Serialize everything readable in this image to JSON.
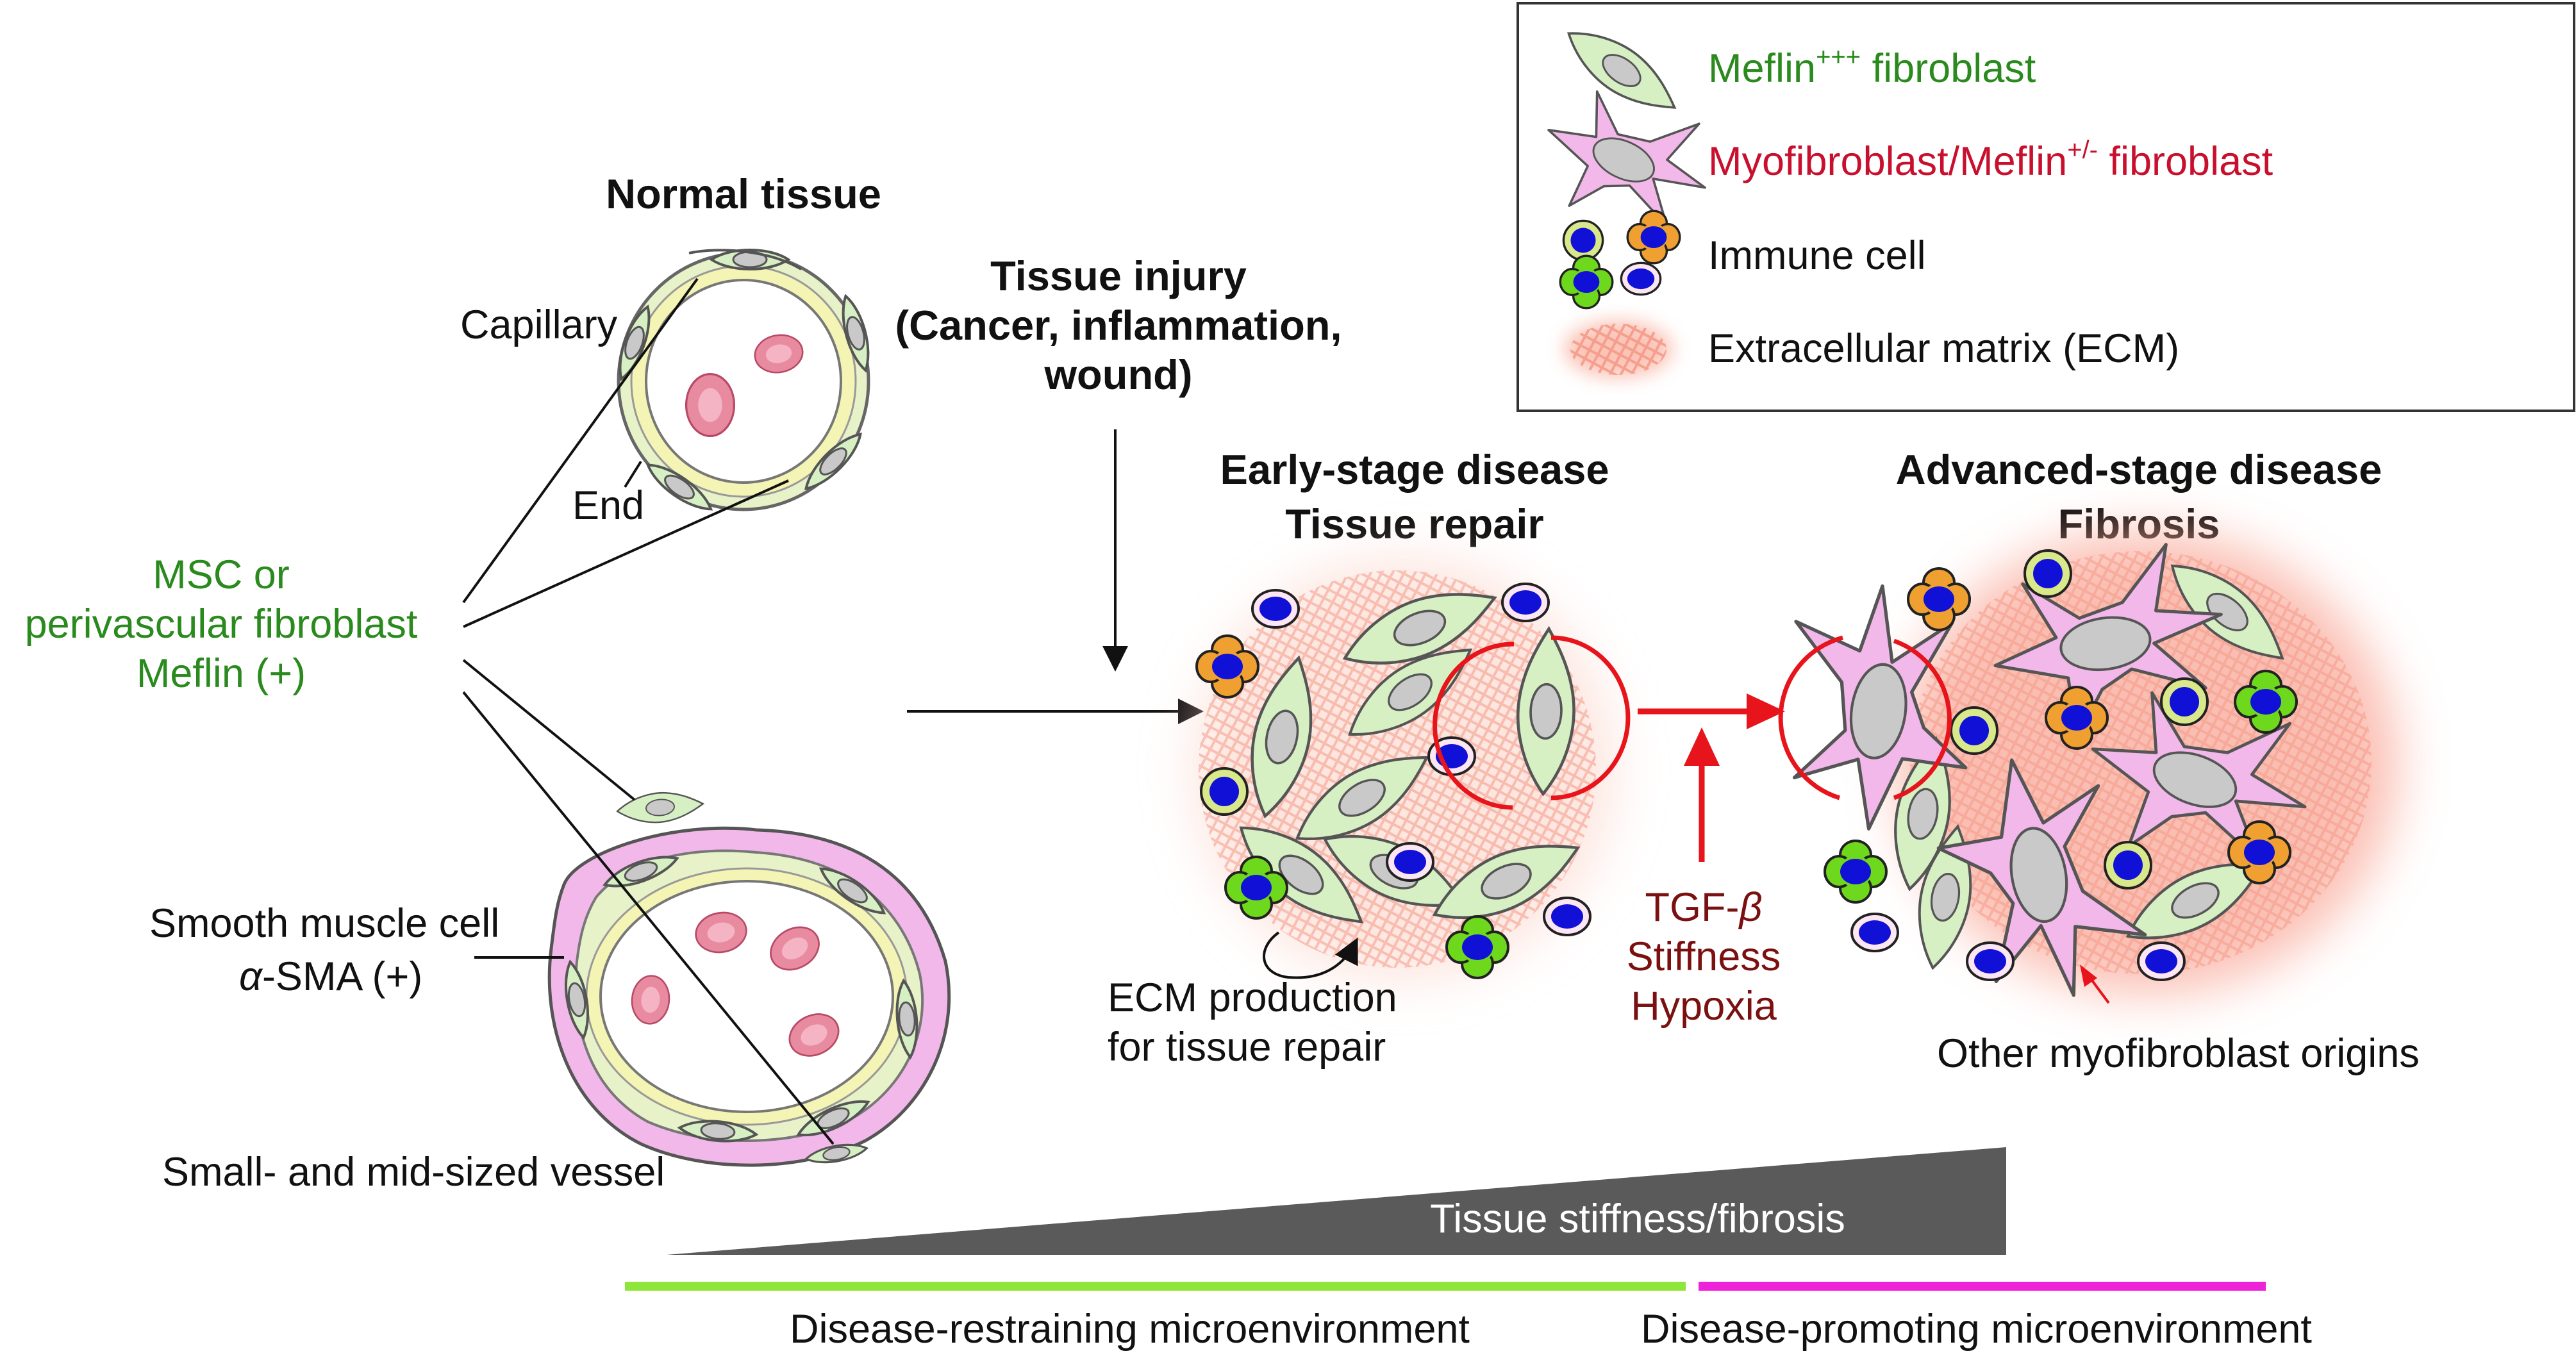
{
  "legend": {
    "meflin_prefix": "Meflin",
    "meflin_sup": "+++",
    "meflin_suffix": " fibroblast",
    "myo_prefix": "Myofibroblast/Meflin",
    "myo_sup": "+/-",
    "myo_suffix": " fibroblast",
    "immune": "Immune cell",
    "ecm": "Extracellular matrix (ECM)"
  },
  "normal_tissue": {
    "title": "Normal tissue",
    "capillary": "Capillary",
    "end": "End",
    "smooth_muscle_line1": "Smooth muscle cell",
    "smooth_muscle_line2_alpha": "α",
    "smooth_muscle_line2_rest": "-SMA (+)",
    "vessel": "Small- and mid-sized vessel"
  },
  "msc": {
    "line1": "MSC or",
    "line2": "perivascular fibroblast",
    "line3": "Meflin (+)"
  },
  "injury": {
    "line1": "Tissue injury",
    "line2": "(Cancer, inflammation,",
    "line3": "wound)"
  },
  "early": {
    "line1": "Early-stage disease",
    "line2": "Tissue repair",
    "ecm_line1": "ECM production",
    "ecm_line2": "for tissue repair"
  },
  "advanced": {
    "line1": "Advanced-stage disease",
    "line2": "Fibrosis",
    "other_origins": "Other myofibroblast origins"
  },
  "factors": {
    "tgf_prefix": "TGF-",
    "tgf_beta": "β",
    "stiffness": "Stiffness",
    "hypoxia": "Hypoxia"
  },
  "gradient": {
    "label": "Tissue stiffness/fibrosis"
  },
  "environment": {
    "restraining": "Disease-restraining microenvironment",
    "promoting": "Disease-promoting microenvironment"
  },
  "colors": {
    "meflin_green": "#2a8a1e",
    "myo_red": "#c8102e",
    "factor_darkred": "#7a1010",
    "arrow_red": "#e8141c",
    "fibro_fill": "#d6f0c4",
    "myo_fill": "#f2b8ea",
    "ecm": "#f6a592",
    "restraining_bar": "#8fe63a",
    "promoting_bar": "#ee22d8",
    "stiffness_wedge": "#5a5a5a"
  }
}
